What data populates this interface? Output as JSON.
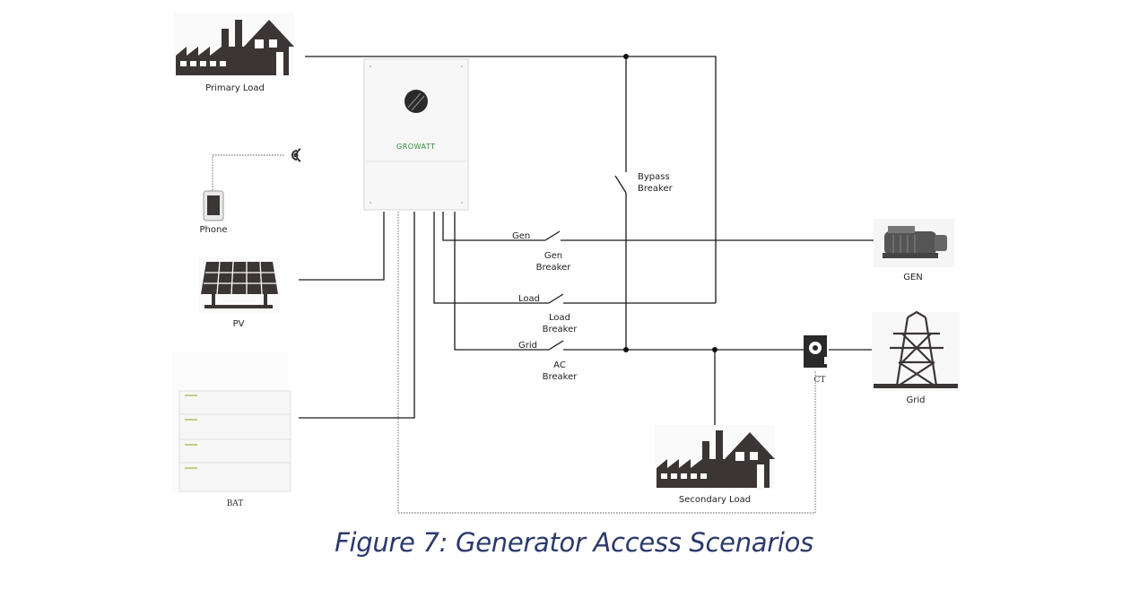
{
  "labels": {
    "primary_load": "Primary Load",
    "phone": "Phone",
    "pv": "PV",
    "bat": "BAT",
    "brand": "GROWATT",
    "bypass_breaker_1": "Bypass",
    "bypass_breaker_2": "Breaker",
    "gen_wire": "Gen",
    "gen_breaker_1": "Gen",
    "gen_breaker_2": "Breaker",
    "load_wire": "Load",
    "load_breaker_1": "Load",
    "load_breaker_2": "Breaker",
    "grid_wire": "Grid",
    "ac_breaker_1": "AC",
    "ac_breaker_2": "Breaker",
    "gen": "GEN",
    "grid": "Grid",
    "ct": "CT",
    "secondary_load": "Secondary Load"
  },
  "caption": "Figure 7: Generator Access Scenarios",
  "colors": {
    "caption": "#2b3a6b",
    "brand": "#2e8b3a",
    "icon": "#3b3535",
    "wire": "#1a1a1a"
  }
}
